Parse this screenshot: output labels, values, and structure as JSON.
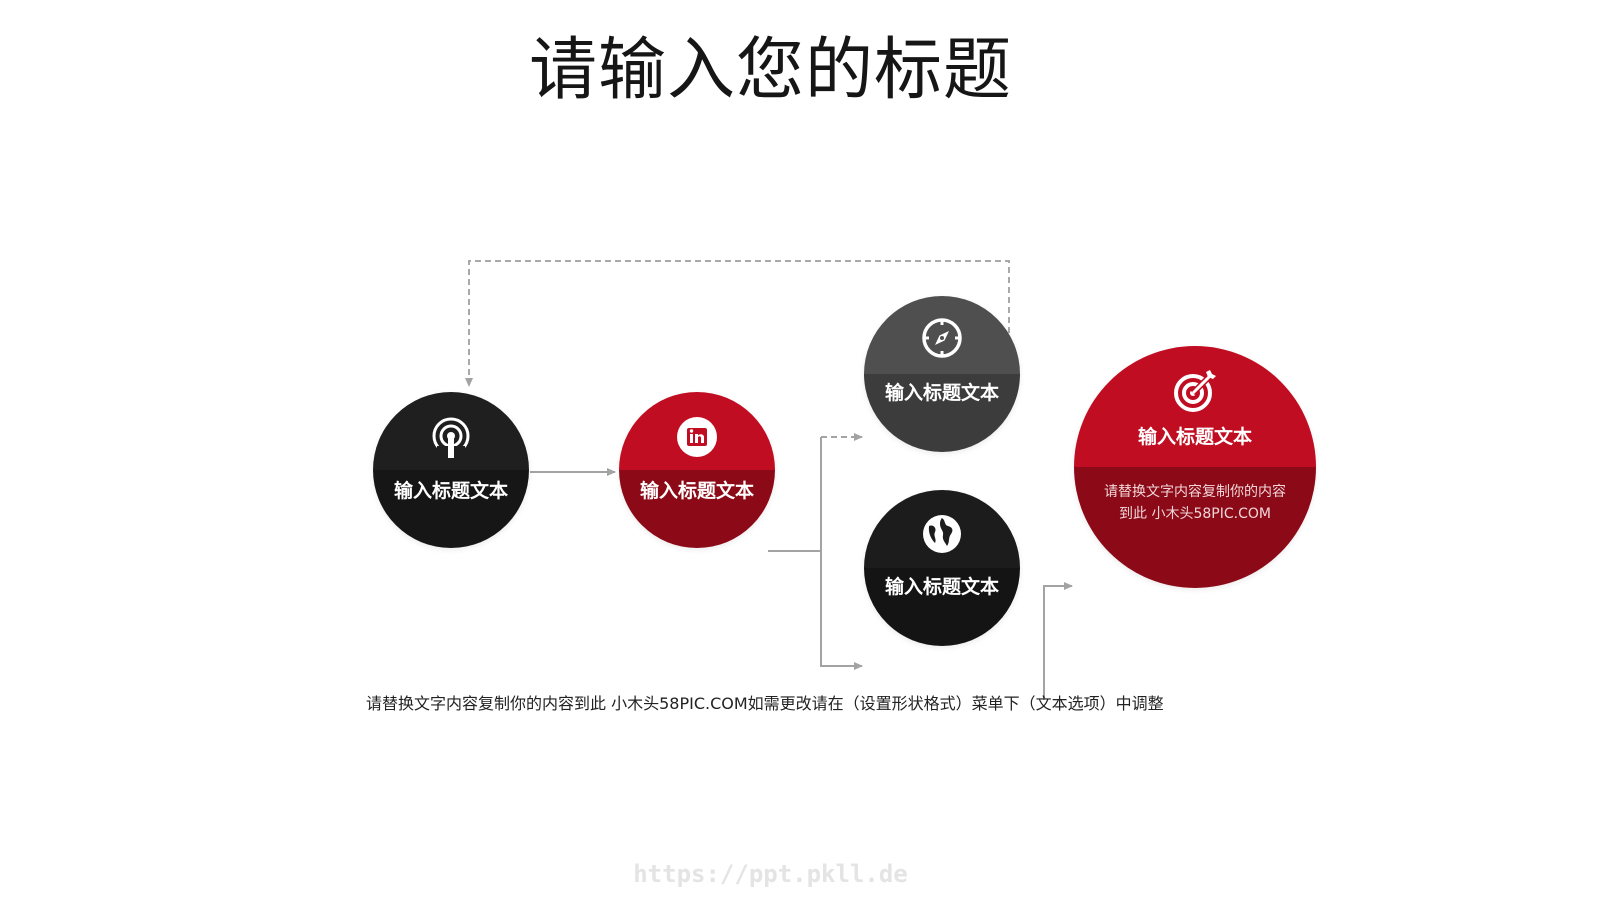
{
  "title": "请输入您的标题",
  "nodes": [
    {
      "id": "broadcast",
      "icon": "broadcast-icon",
      "title": "输入标题文本",
      "top_color": "#1f1f1f",
      "bottom_color": "#161616"
    },
    {
      "id": "linkedin",
      "icon": "linkedin-icon",
      "title": "输入标题文本",
      "top_color": "#c00d22",
      "bottom_color": "#8c0a17"
    },
    {
      "id": "compass",
      "icon": "compass-icon",
      "title": "输入标题文本",
      "top_color": "#4f4f4f",
      "bottom_color": "#3c3c3c"
    },
    {
      "id": "globe",
      "icon": "globe-icon",
      "title": "输入标题文本",
      "top_color": "#1c1c1c",
      "bottom_color": "#141414"
    },
    {
      "id": "target",
      "icon": "target-icon",
      "title": "输入标题文本",
      "description": "请替换文字内容复制你的内容到此 小木头58PIC.COM",
      "top_color": "#c00d22",
      "bottom_color": "#8c0a17"
    }
  ],
  "footer": "请替换文字内容复制你的内容到此 小木头58PIC.COM如需更改请在（设置形状格式）菜单下（文本选项）中调整",
  "watermark": "https://ppt.pkll.de",
  "colors": {
    "accent": "#c00d22",
    "dark": "#1a1a1a",
    "grey": "#4f4f4f",
    "connector": "#a3a3a3"
  }
}
